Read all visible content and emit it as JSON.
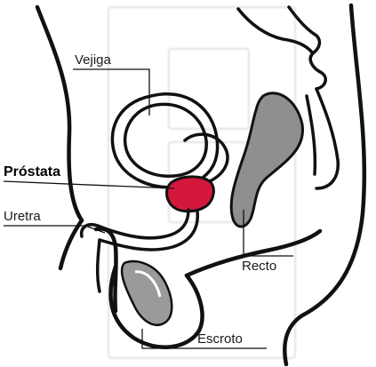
{
  "labels": {
    "bladder": "Vejiga",
    "prostate": "Próstata",
    "urethra": "Uretra",
    "rectum": "Recto",
    "scrotum": "Escroto"
  },
  "colors": {
    "prostate": "#d4183c",
    "rectum": "#8f8f8f",
    "testis": "#9a9a9a",
    "outline": "#111111"
  }
}
